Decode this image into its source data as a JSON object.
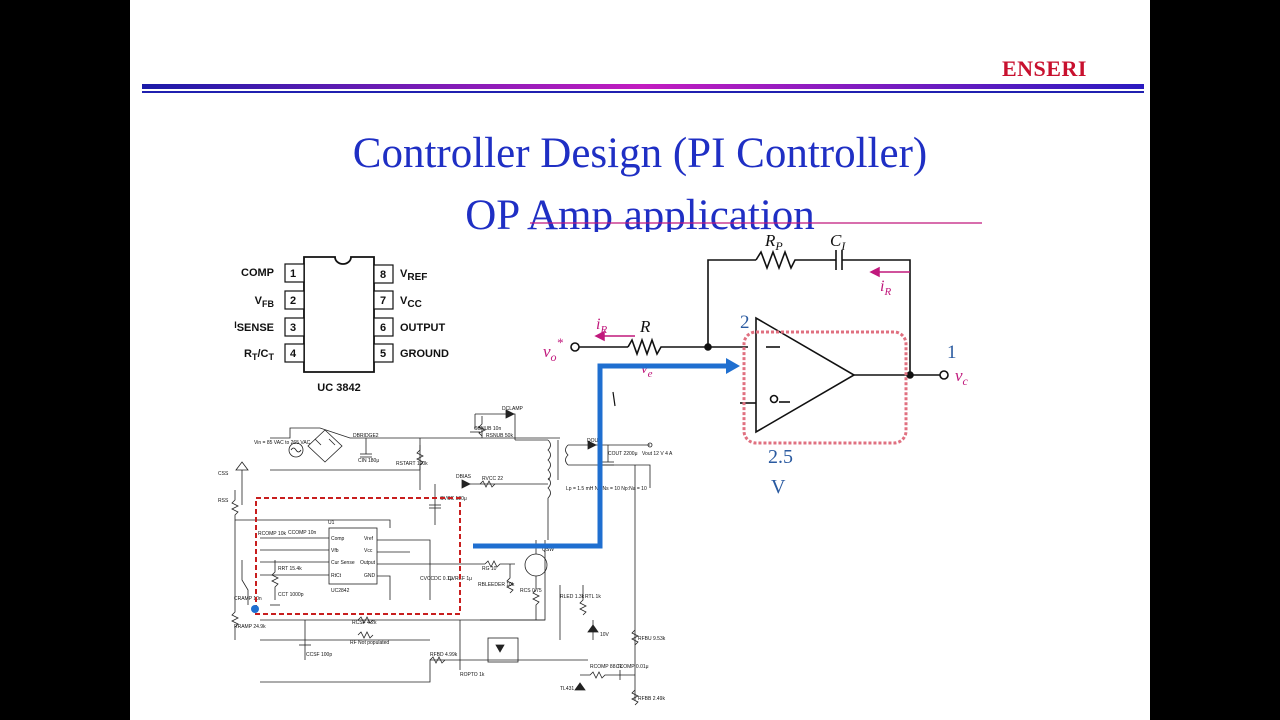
{
  "header": {
    "brand": "ENSERI"
  },
  "title": {
    "line1": "Controller Design (PI Controller)",
    "line2": "OP Amp application"
  },
  "ic_pinout": {
    "part": "UC 3842",
    "left_pins": [
      {
        "num": "1",
        "name": "COMP"
      },
      {
        "num": "2",
        "name": "V",
        "sub": "FB"
      },
      {
        "num": "3",
        "name": "I",
        "sub": "SENSE"
      },
      {
        "num": "4",
        "name": "R",
        "sub": "T",
        "tail": "/C",
        "sub2": "T"
      }
    ],
    "right_pins": [
      {
        "num": "8",
        "name": "V",
        "sub": "REF"
      },
      {
        "num": "7",
        "name": "V",
        "sub": "CC"
      },
      {
        "num": "6",
        "name": "OUTPUT"
      },
      {
        "num": "5",
        "name": "GROUND"
      }
    ]
  },
  "opamp": {
    "rp": "R",
    "rp_sub": "P",
    "ci": "C",
    "ci_sub": "I",
    "ir": "i",
    "ir_sub": "R",
    "r": "R",
    "vo": "v",
    "vo_sub": "o",
    "vo_sup": "*",
    "ve": "v",
    "ve_sub": "e",
    "vc": "v",
    "vc_sub": "c",
    "pin2": "2",
    "pin1": "1",
    "ref_value": "2.5",
    "ref_unit": "V"
  },
  "schematic_labels": {
    "source": "Vin = 85 VAC to 265 VAC",
    "bridge": "DBRIDGE2",
    "cin": "CIN 180μ",
    "css": "CSS",
    "rss": "RSS",
    "csnub": "CSNUB 10n",
    "rsnub": "RSNUB 50k",
    "dclamp": "DCLAMP",
    "rstart": "RSTART 100k",
    "dbias": "DBIAS",
    "rvcc": "RVCC 22",
    "dout": "DOUT",
    "cout": "COUT 2200μ",
    "vout": "Vout 12 V 4 A",
    "xfmr": "Lp = 1.5 mH Np:Ns = 10 Np:Na = 10",
    "cvcc": "CVCC 120μ",
    "u1": "U1",
    "ic_pins": [
      "Comp",
      "Vfb",
      "Cur Sense",
      "RtCt",
      "Vref",
      "Vcc",
      "Output",
      "GND"
    ],
    "ic_name": "UC2842",
    "rcomp": "RCOMP 10k",
    "ccomp": "CCOMP 10n",
    "rrt": "RRT 15.4k",
    "cct": "CCT 1000p",
    "cramp": "CRAMP 10n",
    "rramp": "RRAMP 24.9k",
    "cvccdc": "CVCCDC 0.1μ",
    "cvref": "CVREF 1μ",
    "rg": "RG 10",
    "rbleeder": "RBLEEDER 10k",
    "qsw": "QSW",
    "rcs": "RCS 0.75",
    "rcsf": "RCSF 4.2k",
    "rf": "RF Not populated",
    "ccsf": "CCSF 100p",
    "rled": "RLED 1.3k",
    "rtl": "RTL 1k",
    "zener": "10V",
    "rfbu": "RFBU 9.53k",
    "rpbd": "RFBD 4.99k",
    "ropto": "ROPTO 1k",
    "rcomp2": "RCOMP 88.7k",
    "ccomp2": "CCOMP 0.01μ",
    "tl431": "TL431",
    "rfbb": "RFBB 2.49k"
  },
  "colors": {
    "background_outer": "#000000",
    "slide": "#ffffff",
    "brand": "#c8102e",
    "title": "#1f2fc4",
    "rule": "#2020b0",
    "magenta": "#c0187c",
    "highlight_blue": "#1f6fd0",
    "dashed_red": "#c81e1e",
    "opamp_box": "#e07080",
    "pin_label_blue": "#2a5aa0"
  }
}
